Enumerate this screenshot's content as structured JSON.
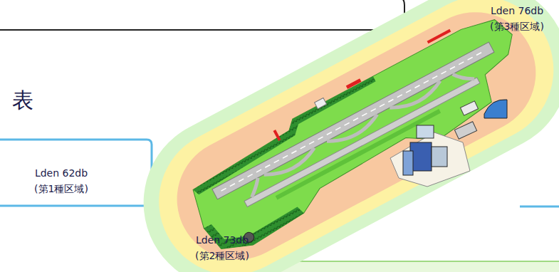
{
  "diagram": {
    "labels": [
      "Lden 76db (第3種区域)",
      "表",
      "Lden 62db (第1種区域)",
      "Lden 73db (第2種区域)"
    ]
  }
}
